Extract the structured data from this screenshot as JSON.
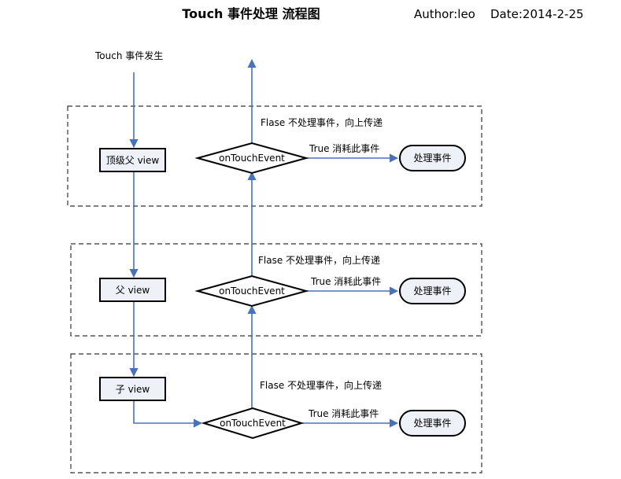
{
  "header": {
    "title": "Touch 事件处理 流程图",
    "author": "Author:leo",
    "date": "Date:2014-2-25"
  },
  "start_label": "Touch 事件发生",
  "levels": [
    {
      "view_label": "顶级父  view",
      "decision_label": "onTouchEvent",
      "false_label": "Flase  不处理事件，向上传递",
      "true_label": "True  消耗此事件",
      "handler_label": "处理事件"
    },
    {
      "view_label": "父  view",
      "decision_label": "onTouchEvent",
      "false_label": "Flase  不处理事件，向上传递",
      "true_label": "True  消耗此事件",
      "handler_label": "处理事件"
    },
    {
      "view_label": "子  view",
      "decision_label": "onTouchEvent",
      "false_label": "Flase  不处理事件，向上传递",
      "true_label": "True  消耗此事件",
      "handler_label": "处理事件"
    }
  ],
  "colors": {
    "connector": "#4a72b8",
    "node_fill": "#eef1f8",
    "outline": "#000000"
  }
}
